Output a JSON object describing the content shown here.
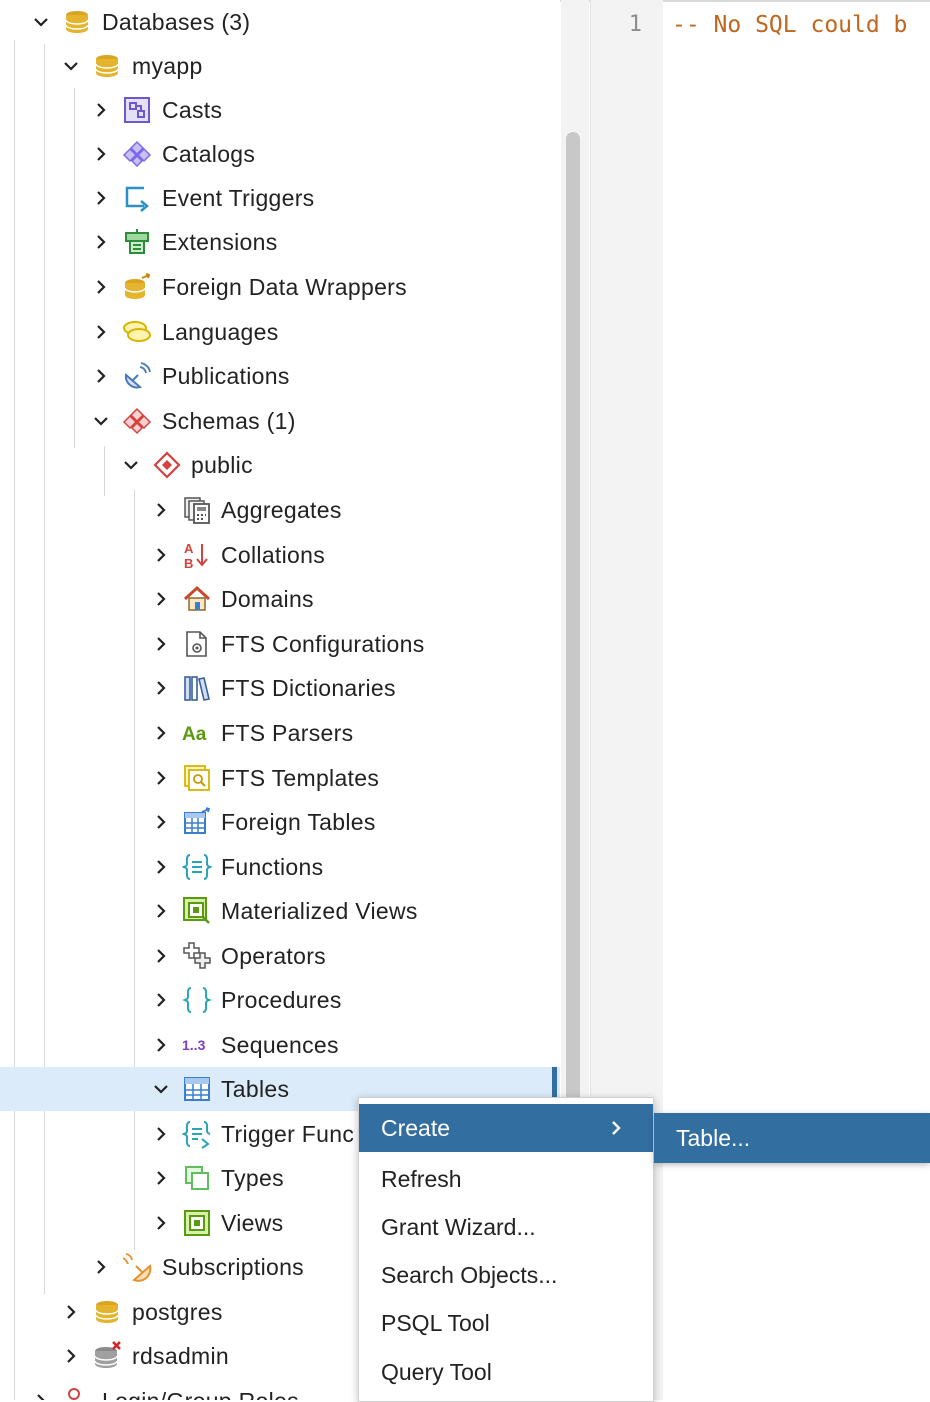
{
  "tree": {
    "databases": "Databases (3)",
    "myapp": "myapp",
    "casts": "Casts",
    "catalogs": "Catalogs",
    "event_triggers": "Event Triggers",
    "extensions": "Extensions",
    "fdw": "Foreign Data Wrappers",
    "languages": "Languages",
    "publications": "Publications",
    "schemas": "Schemas (1)",
    "public": "public",
    "aggregates": "Aggregates",
    "collations": "Collations",
    "domains": "Domains",
    "fts_configurations": "FTS Configurations",
    "fts_dictionaries": "FTS Dictionaries",
    "fts_parsers": "FTS Parsers",
    "fts_templates": "FTS Templates",
    "foreign_tables": "Foreign Tables",
    "functions": "Functions",
    "materialized_views": "Materialized Views",
    "operators": "Operators",
    "procedures": "Procedures",
    "sequences": "Sequences",
    "tables": "Tables",
    "trigger_functions": "Trigger Func",
    "types": "Types",
    "views": "Views",
    "subscriptions": "Subscriptions",
    "postgres": "postgres",
    "rdsadmin": "rdsadmin",
    "login_roles": "Login/Group Roles"
  },
  "icons": {
    "fts_parsers_glyph": "Aa",
    "sequences_glyph": "1..3",
    "collations_glyph_top": "A",
    "collations_glyph_bottom": "B"
  },
  "editor": {
    "line_number": "1",
    "code": "-- No SQL could b"
  },
  "context_menu": {
    "create": "Create",
    "refresh": "Refresh",
    "grant_wizard": "Grant Wizard...",
    "search_objects": "Search Objects...",
    "psql_tool": "PSQL Tool",
    "query_tool": "Query Tool"
  },
  "submenu": {
    "table": "Table..."
  },
  "colors": {
    "accent": "#336ea0",
    "selection": "#dcebf9",
    "sql_comment": "#c0661e"
  }
}
